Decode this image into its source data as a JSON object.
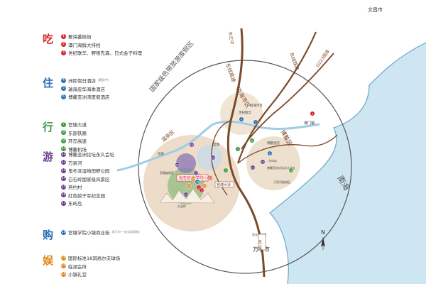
{
  "legend": {
    "categories": [
      {
        "title": "吃",
        "color": "#d8232a",
        "items": [
          {
            "n": "1",
            "text": "椰海番梳街"
          },
          {
            "n": "2",
            "text": "潭门海鲜大排档"
          },
          {
            "n": "3",
            "text": "世纪联华、野德先森、日式会子料理"
          }
        ]
      },
      {
        "title": "住",
        "color": "#2a6db5",
        "items": [
          {
            "n": "4",
            "text": "洲际假日酒店",
            "sub": "(建设中)"
          },
          {
            "n": "5",
            "text": "瑞海皮华海季酒店"
          },
          {
            "n": "6",
            "text": "博鳌亚洲湾度假酒店"
          }
        ]
      },
      {
        "title": "行",
        "color": "#3c9a3c",
        "items": [
          {
            "n": "7",
            "text": "官塘大道"
          },
          {
            "n": "8",
            "text": "东部铁路"
          },
          {
            "n": "9",
            "text": "环岛高速"
          },
          {
            "n": "10",
            "text": "博鳌机场"
          }
        ]
      },
      {
        "title": "游",
        "color": "#6b3f8f",
        "items": [
          {
            "n": "11",
            "text": "博鳌亚洲论坛永久会址"
          },
          {
            "n": "12",
            "text": "万泉河"
          },
          {
            "n": "13",
            "text": "鬼冬泽湿地田野公园"
          },
          {
            "n": "14",
            "text": "白石岭国家级风景区"
          },
          {
            "n": "15",
            "text": "燕约村"
          },
          {
            "n": "16",
            "text": "红色娘子军纪念园"
          },
          {
            "n": "17",
            "text": "东屿岛"
          }
        ]
      },
      {
        "title": "购",
        "color": "#2a6db5",
        "items": [
          {
            "n": "18",
            "text": "官塘学院小镇商业街",
            "sub": "(6万m²一站式风尚街)"
          }
        ]
      },
      {
        "title": "娱",
        "color": "#e08a1e",
        "items": [
          {
            "n": "19",
            "text": "国际标准18洞高尔夫球场"
          },
          {
            "n": "20",
            "text": "临湖会所"
          },
          {
            "n": "21",
            "text": "小镇礼堂"
          }
        ]
      }
    ]
  },
  "map": {
    "city_top_right": "文昌市",
    "city_bottom": "万宁市",
    "highway_label": "东线高速",
    "railway_label": "东线铁路",
    "road_g223": "G223国道",
    "ring_label": "国家级热带旅游度假区",
    "place_qionghai": "琼海市区",
    "place_bo_ao": "博鳌区",
    "place_tanmen": "潭门镇",
    "place_wenquan": "温泉区",
    "place_nanhai": "南海",
    "compass": "N",
    "project": "海南官塘学院小镇",
    "guantang_road": "官塘大道",
    "east_road": "东三路",
    "label_shijie": "世纪联华",
    "label_hotel": "博鳌酒店",
    "label_forum": "博鳌亚洲论坛永久会址",
    "label_guantang": "官塘",
    "highway_top": "东兰中",
    "small_label_2": "温泉",
    "small_label_3": "琼海市区",
    "small_label_4": "万泉河旅游区",
    "small_label_5": "官塘度假区",
    "small_label_6": "白石岭",
    "small_label_7": "东屿岛",
    "small_label_8": "农业观光园"
  },
  "colors": {
    "road": "#7a4a2a",
    "ring": "#555555",
    "sea": "#c9e3f1",
    "zone_tan": "#e7d3bb",
    "zone_green": "#9cbf8a",
    "zone_purple": "#8f7bb5"
  }
}
